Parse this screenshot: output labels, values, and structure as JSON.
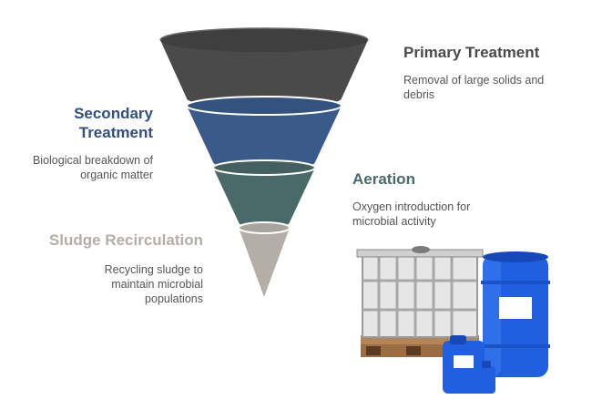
{
  "stages": [
    {
      "title": "Primary Treatment",
      "description": "Removal of large solids and debris",
      "color": "#4a4a4a",
      "title_color": "#4a4a4a"
    },
    {
      "title": "Secondary Treatment",
      "description": "Biological breakdown of organic matter",
      "color": "#3a5a8a",
      "title_color": "#2f5080"
    },
    {
      "title": "Aeration",
      "description": "Oxygen introduction for microbial activity",
      "color": "#4a6a6a",
      "title_color": "#4a6a6a"
    },
    {
      "title": "Sludge Recirculation",
      "description": "Recycling sludge to maintain microbial populations",
      "color": "#b3aea7",
      "title_color": "#b3aea7"
    }
  ],
  "illustration": {
    "subject": "IBC tote tank and blue plastic drums"
  }
}
